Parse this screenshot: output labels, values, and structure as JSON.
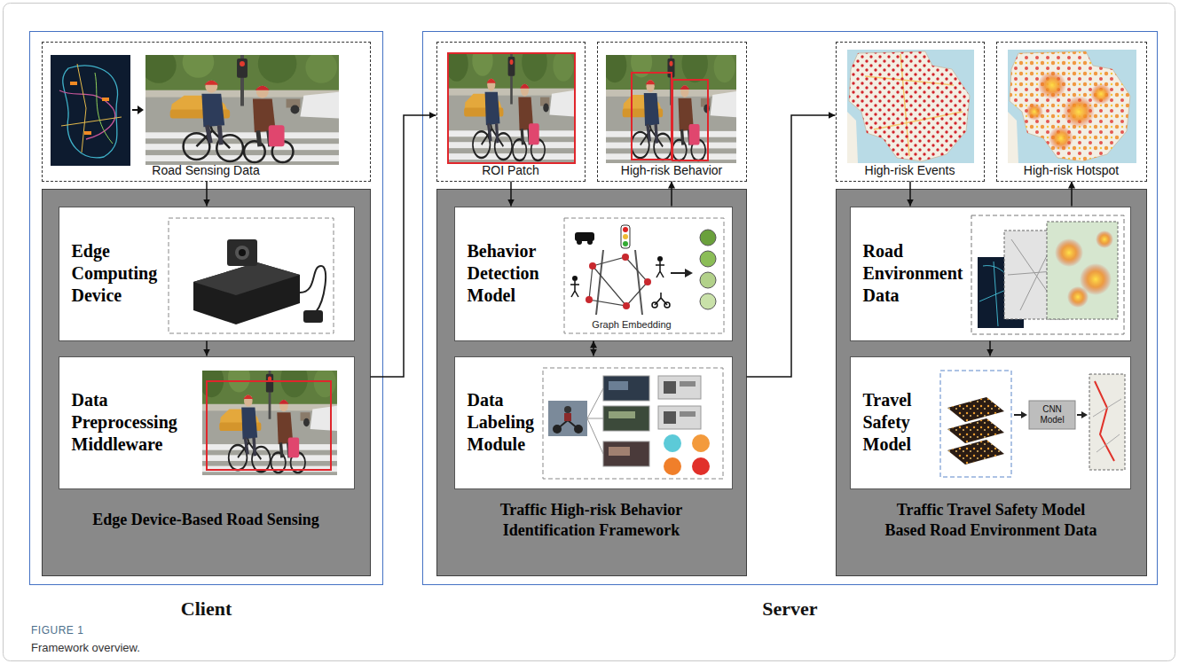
{
  "diagram": {
    "caption": "Framework overview.",
    "nodes": [
      {
        "text": [
          "Client"
        ]
      },
      {
        "text": [
          "Road Sensing Data"
        ],
        "in": 0
      },
      {
        "text": [
          "Edge Device-Based Road Sensing"
        ],
        "in": 0
      },
      {
        "text": [
          "Edge Computing Device"
        ],
        "in": 2
      },
      {
        "text": [
          "Data Preprocessing Middleware"
        ],
        "in": 2
      },
      {
        "text": [
          "Server"
        ]
      },
      {
        "text": [
          "ROI Patch"
        ],
        "in": 5
      },
      {
        "text": [
          "High-risk Behavior"
        ],
        "in": 5
      },
      {
        "text": [
          "Traffic High-risk Behavior Identification Framework"
        ],
        "in": 5
      },
      {
        "text": [
          "Behavior Detection Model"
        ],
        "in": 8
      },
      {
        "text": [
          "Data Labeling Module"
        ],
        "in": 8
      },
      {
        "text": [
          "High-risk Events"
        ],
        "in": 5
      },
      {
        "text": [
          "High-risk Hotspot"
        ],
        "in": 5
      },
      {
        "text": [
          "Traffic Travel Safety Model Based Road Environment Data"
        ],
        "in": 5
      },
      {
        "text": [
          "Road Environment Data"
        ],
        "in": 13
      },
      {
        "text": [
          "Travel Safety Model"
        ],
        "in": 13
      }
    ],
    "edges": [
      {
        "from": 1,
        "to": 3,
        "arrow": "to"
      },
      {
        "from": 3,
        "to": 4,
        "arrow": "to"
      },
      {
        "from": 2,
        "to": 6,
        "arrow": "to"
      },
      {
        "from": 6,
        "to": 9,
        "arrow": "to"
      },
      {
        "from": 9,
        "to": 7,
        "arrow": "to"
      },
      {
        "from": 9,
        "to": 10,
        "arrow": "both"
      },
      {
        "from": 8,
        "to": 11,
        "arrow": "to"
      },
      {
        "from": 11,
        "to": 14,
        "arrow": "to"
      },
      {
        "from": 14,
        "to": 12,
        "arrow": "to"
      },
      {
        "from": 14,
        "to": 15,
        "arrow": "to"
      }
    ],
    "labels": [
      "Graph Embedding",
      "CNN Model",
      "FIGURE 1"
    ]
  }
}
